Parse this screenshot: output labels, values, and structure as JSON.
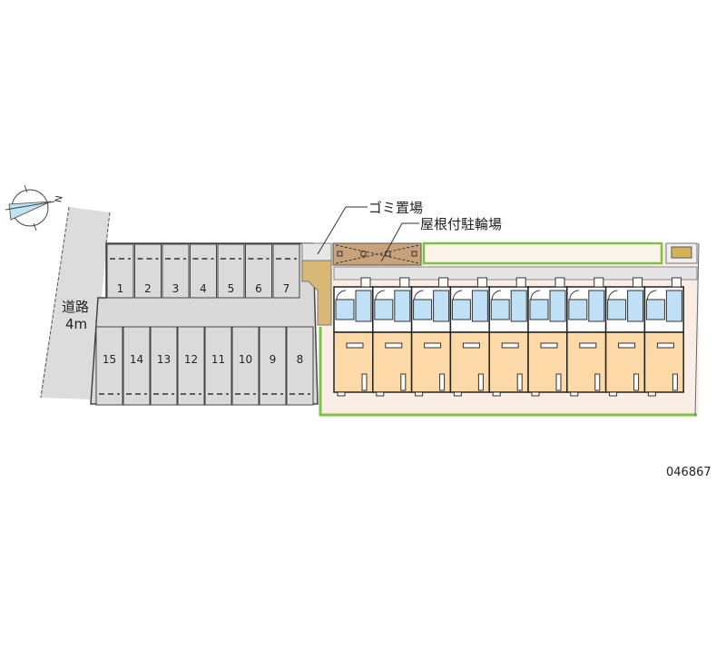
{
  "labels": {
    "garbage": "ゴミ置場",
    "bike_parking": "屋根付駐輪場",
    "road_name": "道路",
    "road_width": "4m",
    "property_code": "046867",
    "compass_letter": "N"
  },
  "parking": {
    "top_row": [
      "1",
      "2",
      "3",
      "4",
      "5",
      "6",
      "7"
    ],
    "bottom_row": [
      "15",
      "14",
      "13",
      "12",
      "11",
      "10",
      "9",
      "8"
    ]
  },
  "building": {
    "unit_count": 9
  },
  "colors": {
    "road": "#dcdcdc",
    "parking": "#d9d9d9",
    "walkway": "#d9b876",
    "bike_shelter": "#c8a27a",
    "unit_room": "#fcd9a6",
    "unit_wet": "#bfe0f5",
    "site": "#faeee4",
    "hedge": "#7cc243"
  }
}
